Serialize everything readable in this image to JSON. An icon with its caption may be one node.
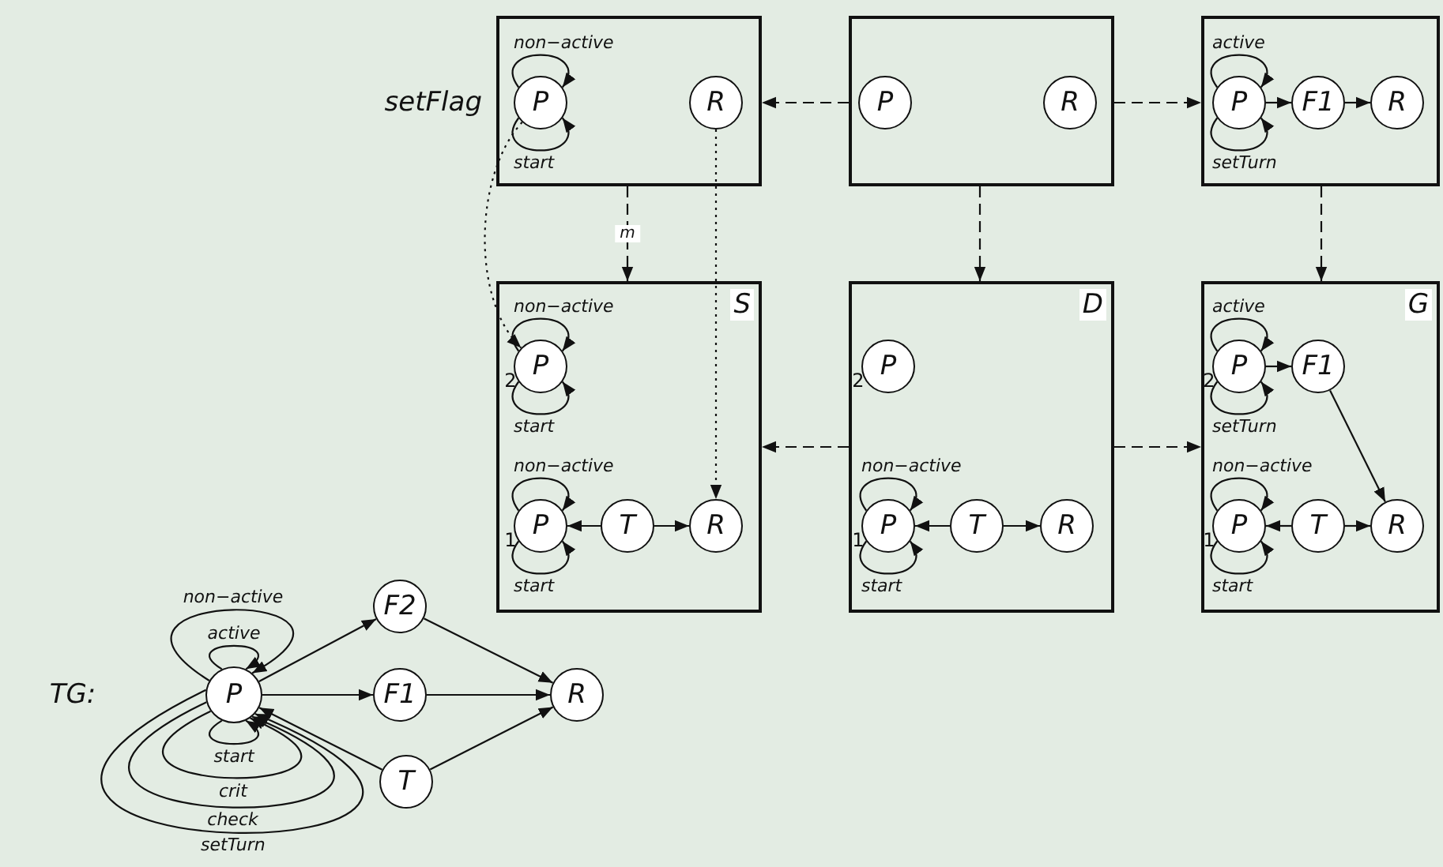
{
  "diagram": {
    "nodes": [
      {
        "text": [],
        "shape": "box",
        "beside": [
          "setFlag"
        ]
      },
      {
        "text": [
          "P"
        ],
        "in": 0
      },
      {
        "text": [
          "R"
        ],
        "in": 0
      },
      {
        "text": [],
        "shape": "box"
      },
      {
        "text": [
          "P"
        ],
        "in": 3
      },
      {
        "text": [
          "R"
        ],
        "in": 3
      },
      {
        "text": [],
        "shape": "box"
      },
      {
        "text": [
          "P"
        ],
        "in": 6
      },
      {
        "text": [
          "F1"
        ],
        "in": 6
      },
      {
        "text": [
          "R"
        ],
        "in": 6
      },
      {
        "text": [
          "S"
        ]
      },
      {
        "text": [
          "P"
        ],
        "in": 10,
        "beside": [
          "2"
        ]
      },
      {
        "text": [
          "P"
        ],
        "in": 10,
        "beside": [
          "1"
        ]
      },
      {
        "text": [
          "T"
        ],
        "in": 10
      },
      {
        "text": [
          "R"
        ],
        "in": 10
      },
      {
        "text": [
          "D"
        ]
      },
      {
        "text": [
          "P"
        ],
        "in": 15,
        "beside": [
          "2"
        ]
      },
      {
        "text": [
          "P"
        ],
        "in": 15,
        "beside": [
          "1"
        ]
      },
      {
        "text": [
          "T"
        ],
        "in": 15
      },
      {
        "text": [
          "R"
        ],
        "in": 15
      },
      {
        "text": [
          "G"
        ]
      },
      {
        "text": [
          "P"
        ],
        "in": 20,
        "beside": [
          "2"
        ]
      },
      {
        "text": [
          "F1"
        ],
        "in": 20
      },
      {
        "text": [
          "P"
        ],
        "in": 20,
        "beside": [
          "1"
        ]
      },
      {
        "text": [
          "T"
        ],
        "in": 20
      },
      {
        "text": [
          "R"
        ],
        "in": 20
      },
      {
        "text": [
          "P"
        ]
      },
      {
        "text": [
          "F2"
        ]
      },
      {
        "text": [
          "F1"
        ]
      },
      {
        "text": [
          "T"
        ]
      },
      {
        "text": [
          "R"
        ]
      }
    ],
    "edges": [
      {
        "from": 1,
        "to": 1,
        "arrow": "to",
        "label": "non−active"
      },
      {
        "from": 1,
        "to": 1,
        "arrow": "to",
        "label": "start"
      },
      {
        "from": 7,
        "to": 7,
        "arrow": "to",
        "label": "active"
      },
      {
        "from": 7,
        "to": 7,
        "arrow": "to",
        "label": "setTurn"
      },
      {
        "from": 11,
        "to": 11,
        "arrow": "to",
        "label": "non−active"
      },
      {
        "from": 11,
        "to": 11,
        "arrow": "to",
        "label": "start"
      },
      {
        "from": 12,
        "to": 12,
        "arrow": "to",
        "label": "non−active"
      },
      {
        "from": 12,
        "to": 12,
        "arrow": "to",
        "label": "start"
      },
      {
        "from": 17,
        "to": 17,
        "arrow": "to",
        "label": "non−active"
      },
      {
        "from": 17,
        "to": 17,
        "arrow": "to",
        "label": "start"
      },
      {
        "from": 21,
        "to": 21,
        "arrow": "to",
        "label": "active"
      },
      {
        "from": 21,
        "to": 21,
        "arrow": "to",
        "label": "setTurn"
      },
      {
        "from": 23,
        "to": 23,
        "arrow": "to",
        "label": "non−active"
      },
      {
        "from": 23,
        "to": 23,
        "arrow": "to",
        "label": "start"
      },
      {
        "from": 26,
        "to": 26,
        "arrow": "to",
        "label": "non−active"
      },
      {
        "from": 26,
        "to": 26,
        "arrow": "to",
        "label": "active"
      },
      {
        "from": 26,
        "to": 26,
        "arrow": "to",
        "label": "start"
      },
      {
        "from": 26,
        "to": 26,
        "arrow": "to",
        "label": "crit"
      },
      {
        "from": 26,
        "to": 26,
        "arrow": "to",
        "label": "check"
      },
      {
        "from": 26,
        "to": 26,
        "arrow": "to",
        "label": "setTurn"
      },
      {
        "from": 7,
        "to": 8,
        "arrow": "to"
      },
      {
        "from": 8,
        "to": 9,
        "arrow": "to"
      },
      {
        "from": 13,
        "to": 12,
        "arrow": "to"
      },
      {
        "from": 13,
        "to": 14,
        "arrow": "to"
      },
      {
        "from": 18,
        "to": 17,
        "arrow": "to"
      },
      {
        "from": 18,
        "to": 19,
        "arrow": "to"
      },
      {
        "from": 21,
        "to": 22,
        "arrow": "to"
      },
      {
        "from": 22,
        "to": 25,
        "arrow": "to"
      },
      {
        "from": 24,
        "to": 23,
        "arrow": "to"
      },
      {
        "from": 24,
        "to": 25,
        "arrow": "to"
      },
      {
        "from": 26,
        "to": 27,
        "arrow": "to"
      },
      {
        "from": 26,
        "to": 28,
        "arrow": "to"
      },
      {
        "from": 29,
        "to": 26,
        "arrow": "to"
      },
      {
        "from": 27,
        "to": 30,
        "arrow": "to"
      },
      {
        "from": 28,
        "to": 30,
        "arrow": "to"
      },
      {
        "from": 29,
        "to": 30,
        "arrow": "to"
      },
      {
        "from": 3,
        "to": 0,
        "arrow": "to",
        "style": "dashed"
      },
      {
        "from": 3,
        "to": 6,
        "arrow": "to",
        "style": "dashed"
      },
      {
        "from": 0,
        "to": 10,
        "arrow": "to",
        "style": "dashed",
        "label": "m"
      },
      {
        "from": 3,
        "to": 15,
        "arrow": "to",
        "style": "dashed"
      },
      {
        "from": 6,
        "to": 20,
        "arrow": "to",
        "style": "dashed"
      },
      {
        "from": 15,
        "to": 10,
        "arrow": "to",
        "style": "dashed"
      },
      {
        "from": 15,
        "to": 20,
        "arrow": "to",
        "style": "dashed"
      },
      {
        "from": 1,
        "to": 11,
        "arrow": "to",
        "style": "dashed"
      },
      {
        "from": 2,
        "to": 14,
        "arrow": "to",
        "style": "dashed"
      }
    ],
    "labels": [
      "TG:"
    ]
  }
}
